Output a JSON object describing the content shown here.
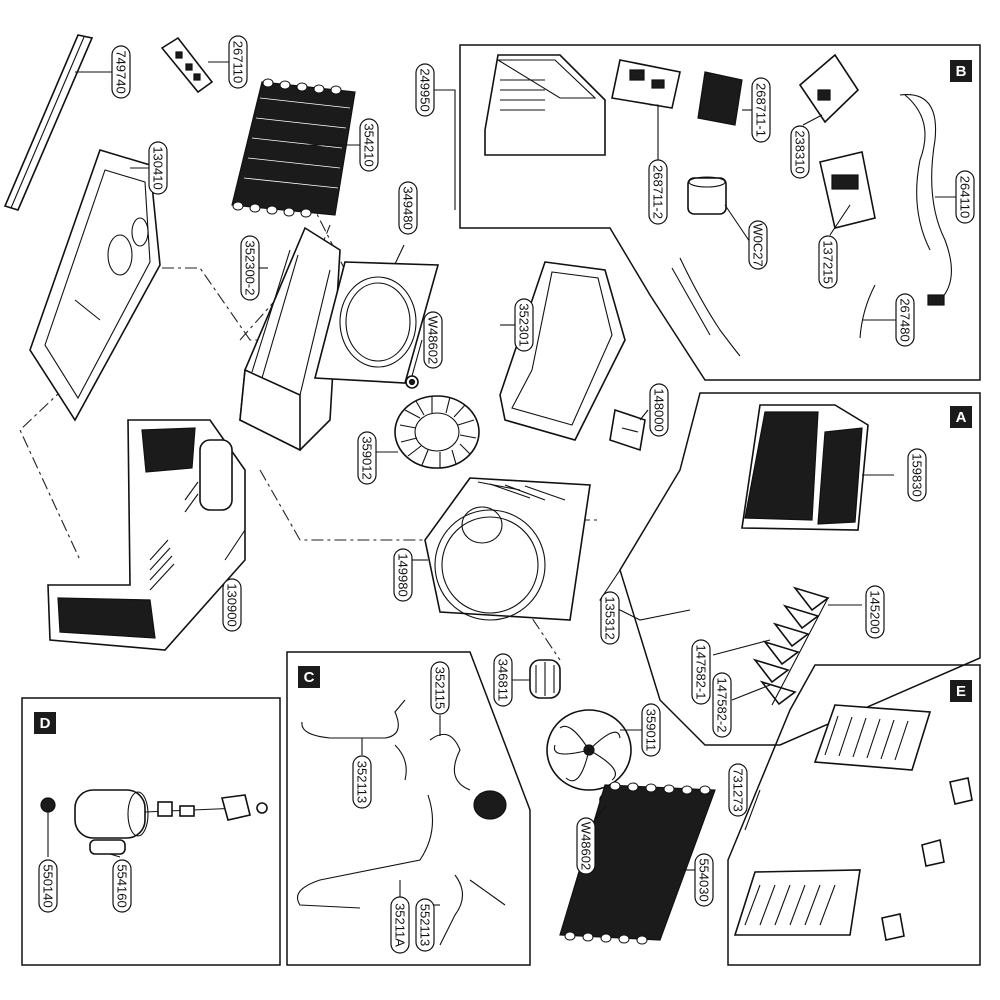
{
  "diagram": {
    "sections": [
      "A",
      "B",
      "C",
      "D",
      "E"
    ],
    "parts": {
      "p749740": "749740",
      "p267110": "267110",
      "p354210": "354210",
      "p130410": "130410",
      "p249950": "249950",
      "p268711_1": "268711-1",
      "p268711_2": "268711-2",
      "p238310": "238310",
      "p264110": "264110",
      "p349480": "349480",
      "p352300_2": "352300-2",
      "pW48602_top": "W48602",
      "p352301": "352301",
      "pW0C27": "W0C27",
      "p137215": "137215",
      "p267480": "267480",
      "p148000": "148000",
      "p359012": "359012",
      "p159830": "159830",
      "p130900": "130900",
      "p149980": "149980",
      "p135312": "135312",
      "p145200": "145200",
      "p147582_1": "147582-1",
      "p147582_2": "147582-2",
      "p346811": "346811",
      "p359011": "359011",
      "p352115": "352115",
      "p352113": "352113",
      "p35211A": "35211A",
      "p552113": "552113",
      "pW48602_bottom": "W48602",
      "p554030": "554030",
      "p731273": "731273",
      "p550140": "550140",
      "p554160": "554160"
    }
  }
}
